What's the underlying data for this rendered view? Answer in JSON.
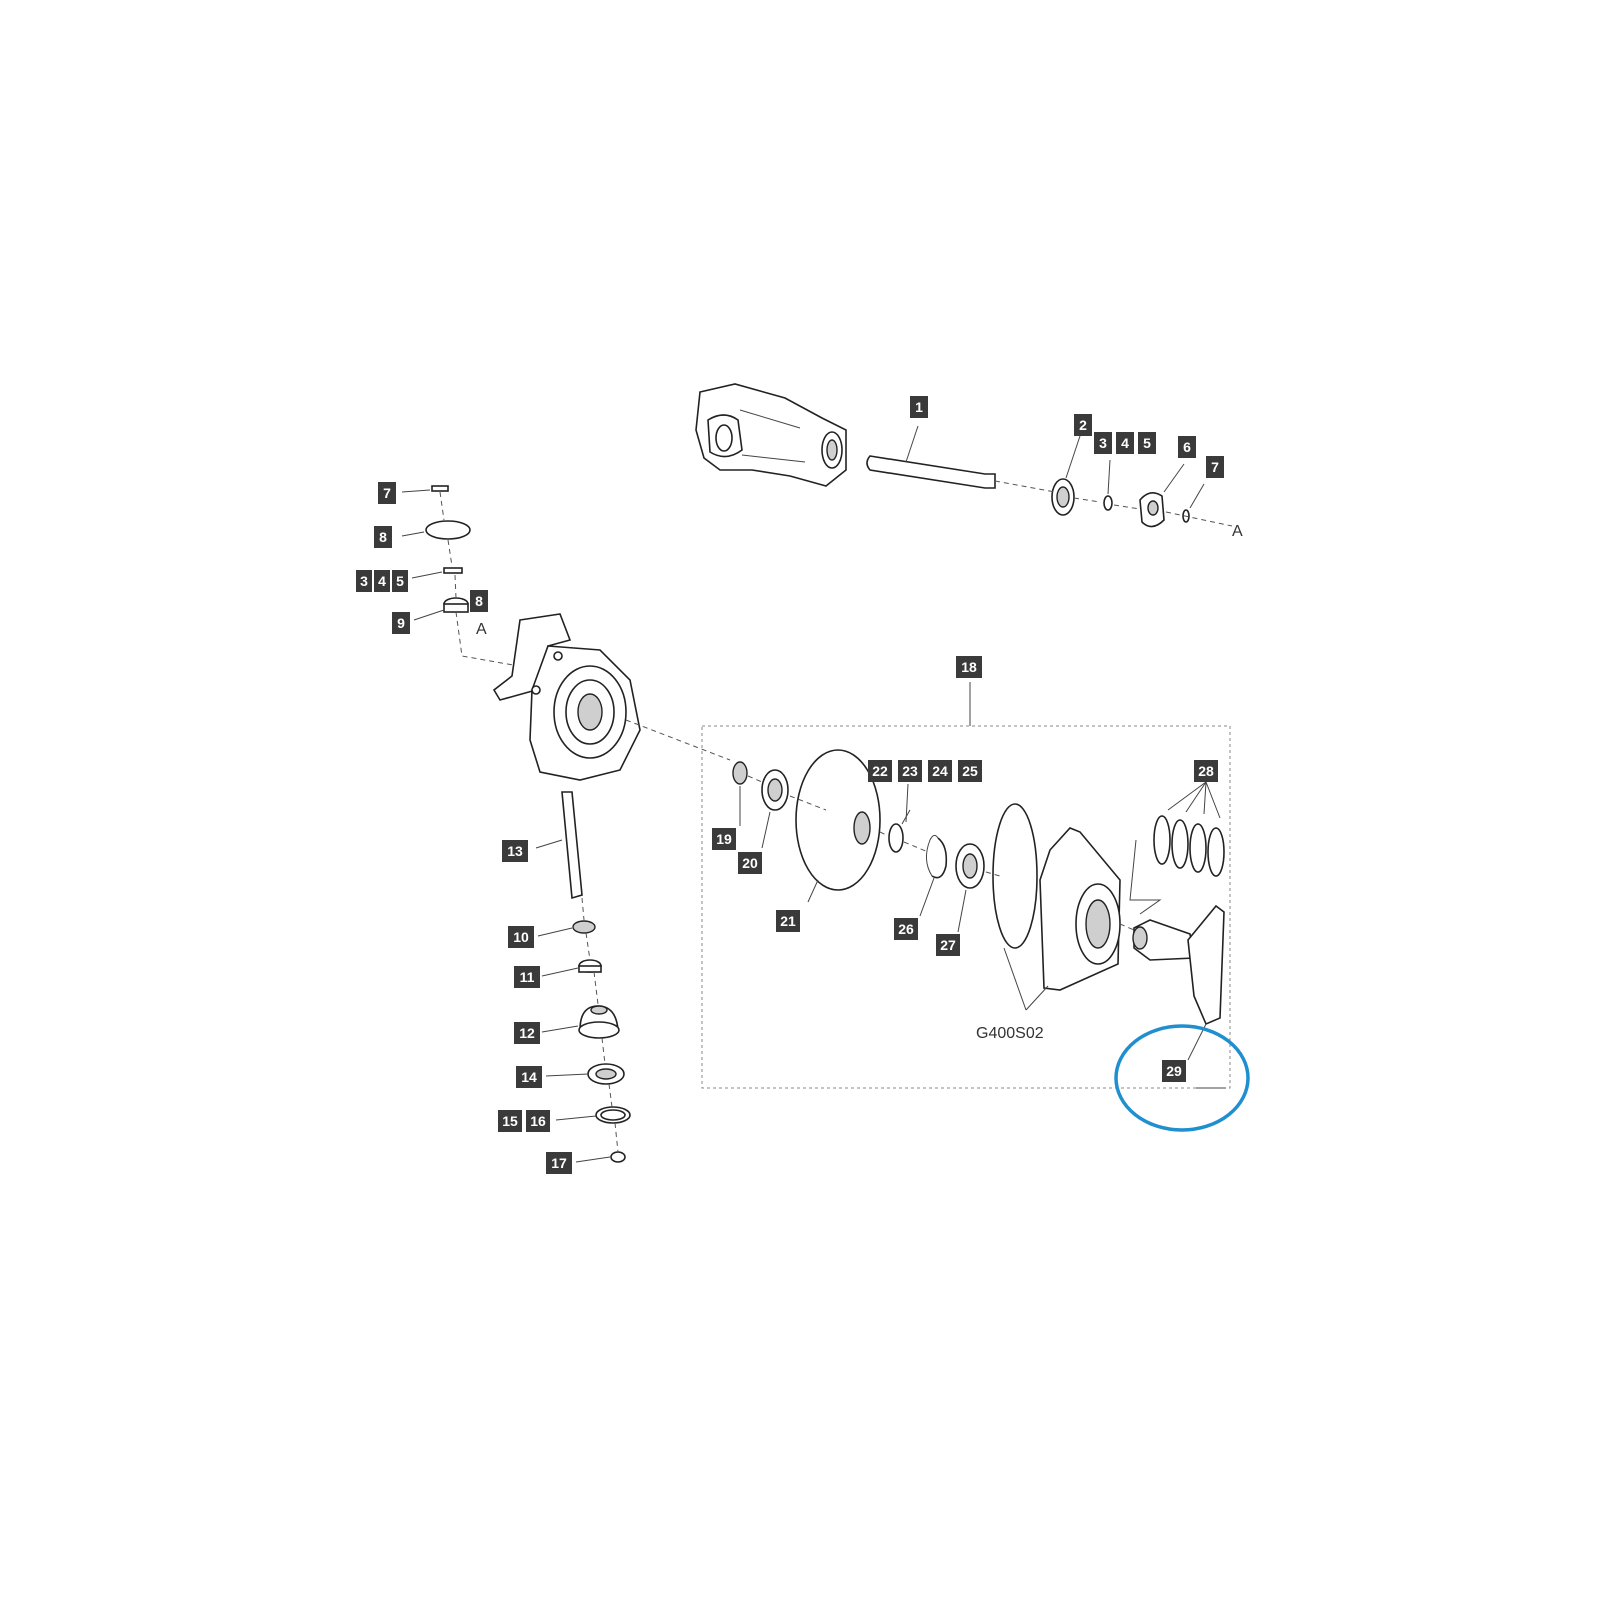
{
  "callouts": [
    {
      "id": "c1",
      "text": "1"
    },
    {
      "id": "c2",
      "text": "2"
    },
    {
      "id": "c3a",
      "text": "3"
    },
    {
      "id": "c4a",
      "text": "4"
    },
    {
      "id": "c5a",
      "text": "5"
    },
    {
      "id": "c6",
      "text": "6"
    },
    {
      "id": "c7a",
      "text": "7"
    },
    {
      "id": "c7b",
      "text": "7"
    },
    {
      "id": "c8a",
      "text": "8"
    },
    {
      "id": "c3b",
      "text": "3"
    },
    {
      "id": "c4b",
      "text": "4"
    },
    {
      "id": "c5b",
      "text": "5"
    },
    {
      "id": "c8b",
      "text": "8"
    },
    {
      "id": "c9",
      "text": "9"
    },
    {
      "id": "c13",
      "text": "13"
    },
    {
      "id": "c10",
      "text": "10"
    },
    {
      "id": "c11",
      "text": "11"
    },
    {
      "id": "c12",
      "text": "12"
    },
    {
      "id": "c14",
      "text": "14"
    },
    {
      "id": "c15",
      "text": "15"
    },
    {
      "id": "c16",
      "text": "16"
    },
    {
      "id": "c17",
      "text": "17"
    },
    {
      "id": "c18",
      "text": "18"
    },
    {
      "id": "c19",
      "text": "19"
    },
    {
      "id": "c20",
      "text": "20"
    },
    {
      "id": "c21",
      "text": "21"
    },
    {
      "id": "c22",
      "text": "22"
    },
    {
      "id": "c23",
      "text": "23"
    },
    {
      "id": "c24",
      "text": "24"
    },
    {
      "id": "c25",
      "text": "25"
    },
    {
      "id": "c26",
      "text": "26"
    },
    {
      "id": "c27",
      "text": "27"
    },
    {
      "id": "c28",
      "text": "28"
    },
    {
      "id": "c29",
      "text": "29"
    }
  ],
  "point_labels": {
    "a_top": "A",
    "a_left": "A"
  },
  "kit_code": "G400S02",
  "colors": {
    "highlight_circle": "#1f8fcf",
    "callout_fill": "#3a3a3a",
    "line": "#222222"
  }
}
